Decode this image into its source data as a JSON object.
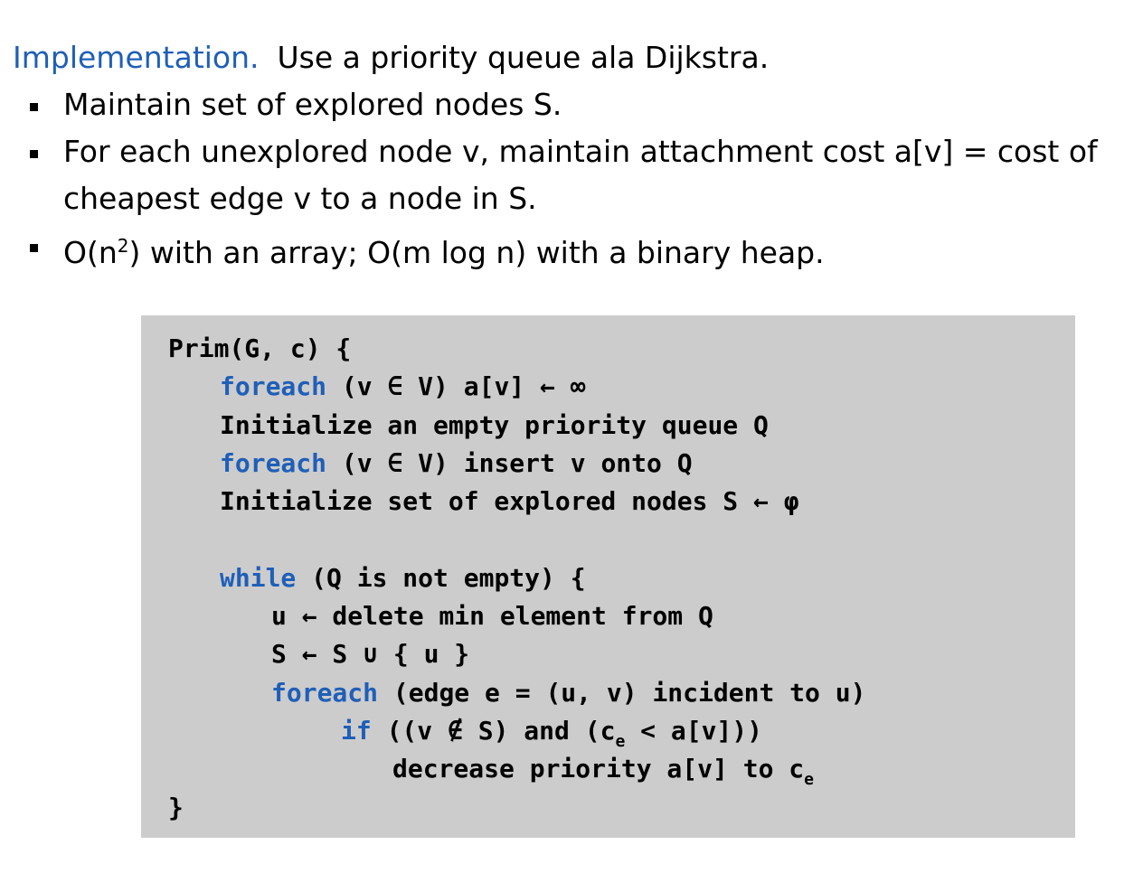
{
  "heading": {
    "label": "Implementation.",
    "text": "Use a priority queue ala Dijkstra."
  },
  "bullets": [
    "Maintain set of explored nodes S.",
    "For each unexplored node v, maintain attachment cost a[v] = cost of cheapest edge v to a node in S.",
    {
      "before": "O(n",
      "sup": "2",
      "after": ") with an array; O(m log n) with a binary heap."
    }
  ],
  "code": {
    "line1": "Prim(G, c) {",
    "line2": {
      "kw": "foreach",
      "rest": " (v ∈ V) a[v] ← ∞"
    },
    "line3": "Initialize an empty priority queue Q",
    "line4": {
      "kw": "foreach",
      "rest": " (v ∈ V) insert v onto Q"
    },
    "line5": "Initialize set of explored nodes S ← φ",
    "line7": {
      "kw": "while",
      "rest": " (Q is not empty) {"
    },
    "line8": "u ← delete min element from Q",
    "line9": "S ← S ∪ { u }",
    "line10": {
      "kw": "foreach",
      "rest": " (edge e = (u, v) incident to u)"
    },
    "line11": {
      "kw": "if",
      "rest_a": " ((v ∉ S) and (c",
      "sub": "e",
      "rest_b": " < a[v]))"
    },
    "line12": {
      "text": "decrease priority a[v] to c",
      "sub": "e"
    },
    "line13": "}"
  },
  "colors": {
    "keyword": "#1f5fb8",
    "code_background": "#cccccc"
  }
}
